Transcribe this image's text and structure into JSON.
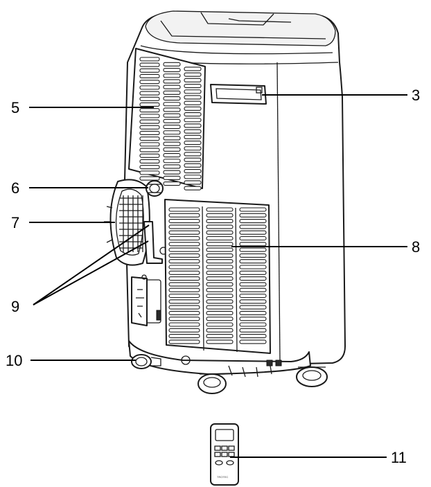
{
  "figure": {
    "callouts": [
      {
        "id": "3",
        "label": "3"
      },
      {
        "id": "5",
        "label": "5"
      },
      {
        "id": "6",
        "label": "6"
      },
      {
        "id": "7",
        "label": "7"
      },
      {
        "id": "8",
        "label": "8"
      },
      {
        "id": "9",
        "label": "9"
      },
      {
        "id": "10",
        "label": "10"
      },
      {
        "id": "11",
        "label": "11"
      }
    ],
    "remote_brand": "TROTEC"
  }
}
